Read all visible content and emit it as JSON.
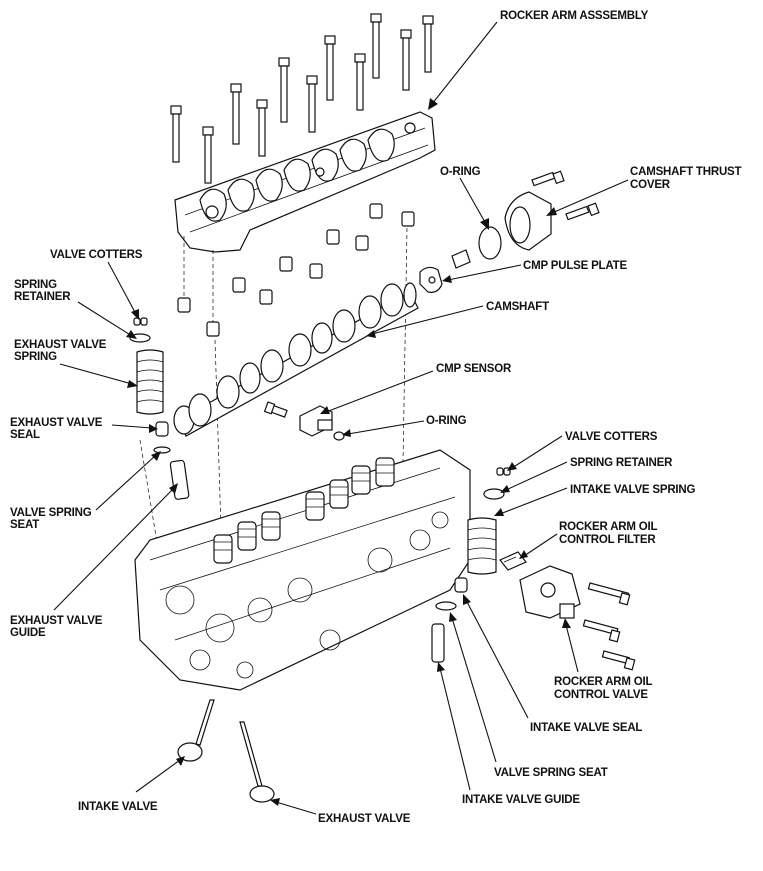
{
  "labels": {
    "rocker_arm_assembly": "ROCKER ARM ASSSEMBLY",
    "o_ring_top": "O-RING",
    "camshaft_thrust_cover_1": "CAMSHAFT THRUST",
    "camshaft_thrust_cover_2": "COVER",
    "cmp_pulse_plate": "CMP PULSE PLATE",
    "camshaft": "CAMSHAFT",
    "cmp_sensor": "CMP SENSOR",
    "o_ring_mid": "O-RING",
    "valve_cotters_left": "VALVE COTTERS",
    "spring_retainer_left_1": "SPRING",
    "spring_retainer_left_2": "RETAINER",
    "exhaust_valve_spring_1": "EXHAUST VALVE",
    "exhaust_valve_spring_2": "SPRING",
    "exhaust_valve_seal_1": "EXHAUST VALVE",
    "exhaust_valve_seal_2": "SEAL",
    "valve_spring_seat_left_1": "VALVE SPRING",
    "valve_spring_seat_left_2": "SEAT",
    "exhaust_valve_guide_1": "EXHAUST VALVE",
    "exhaust_valve_guide_2": "GUIDE",
    "valve_cotters_right": "VALVE COTTERS",
    "spring_retainer_right": "SPRING RETAINER",
    "intake_valve_spring": "INTAKE VALVE SPRING",
    "rocker_arm_oil_control_filter_1": "ROCKER ARM OIL",
    "rocker_arm_oil_control_filter_2": "CONTROL FILTER",
    "rocker_arm_oil_control_valve_1": "ROCKER ARM OIL",
    "rocker_arm_oil_control_valve_2": "CONTROL VALVE",
    "intake_valve_seal": "INTAKE VALVE SEAL",
    "valve_spring_seat_right": "VALVE SPRING SEAT",
    "intake_valve_guide": "INTAKE VALVE GUIDE",
    "intake_valve": "INTAKE VALVE",
    "exhaust_valve": "EXHAUST VALVE"
  }
}
